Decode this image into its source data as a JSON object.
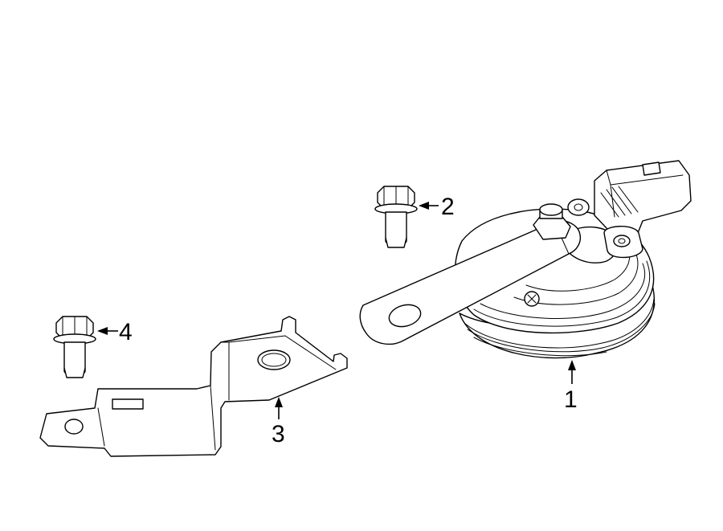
{
  "callouts": [
    {
      "id": "1",
      "label": "1"
    },
    {
      "id": "2",
      "label": "2"
    },
    {
      "id": "3",
      "label": "3"
    },
    {
      "id": "4",
      "label": "4"
    }
  ],
  "parts": [
    {
      "callout": "1",
      "kind": "horn"
    },
    {
      "callout": "2",
      "kind": "bolt"
    },
    {
      "callout": "3",
      "kind": "bracket"
    },
    {
      "callout": "4",
      "kind": "bolt"
    }
  ],
  "colors": {
    "line": "#000000",
    "background": "#ffffff"
  }
}
